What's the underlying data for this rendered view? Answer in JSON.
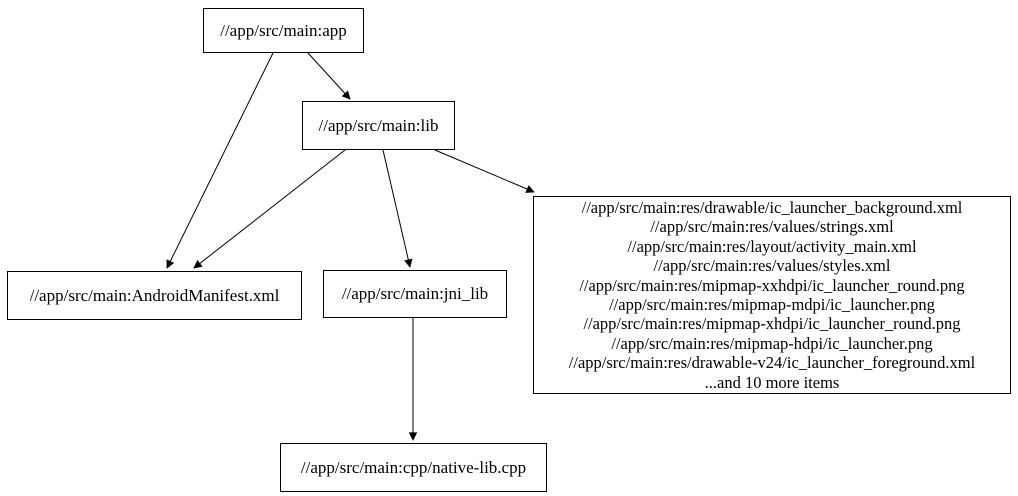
{
  "diagram": {
    "type": "directed-graph",
    "background_color": "#ffffff",
    "node_border_color": "#000000",
    "edge_color": "#000000",
    "text_color": "#000000",
    "nodes": {
      "app": {
        "label": "//app/src/main:app"
      },
      "lib": {
        "label": "//app/src/main:lib"
      },
      "manifest": {
        "label": "//app/src/main:AndroidManifest.xml"
      },
      "jni_lib": {
        "label": "//app/src/main:jni_lib"
      },
      "native_cpp": {
        "label": "//app/src/main:cpp/native-lib.cpp"
      },
      "res_group": {
        "lines": [
          "//app/src/main:res/drawable/ic_launcher_background.xml",
          "//app/src/main:res/values/strings.xml",
          "//app/src/main:res/layout/activity_main.xml",
          "//app/src/main:res/values/styles.xml",
          "//app/src/main:res/mipmap-xxhdpi/ic_launcher_round.png",
          "//app/src/main:res/mipmap-mdpi/ic_launcher.png",
          "//app/src/main:res/mipmap-xhdpi/ic_launcher_round.png",
          "//app/src/main:res/mipmap-hdpi/ic_launcher.png",
          "//app/src/main:res/drawable-v24/ic_launcher_foreground.xml",
          "...and 10 more items"
        ]
      }
    },
    "edges": [
      {
        "from": "app",
        "to": "lib"
      },
      {
        "from": "app",
        "to": "manifest"
      },
      {
        "from": "lib",
        "to": "manifest"
      },
      {
        "from": "lib",
        "to": "jni_lib"
      },
      {
        "from": "lib",
        "to": "res_group"
      },
      {
        "from": "jni_lib",
        "to": "native_cpp"
      }
    ]
  }
}
